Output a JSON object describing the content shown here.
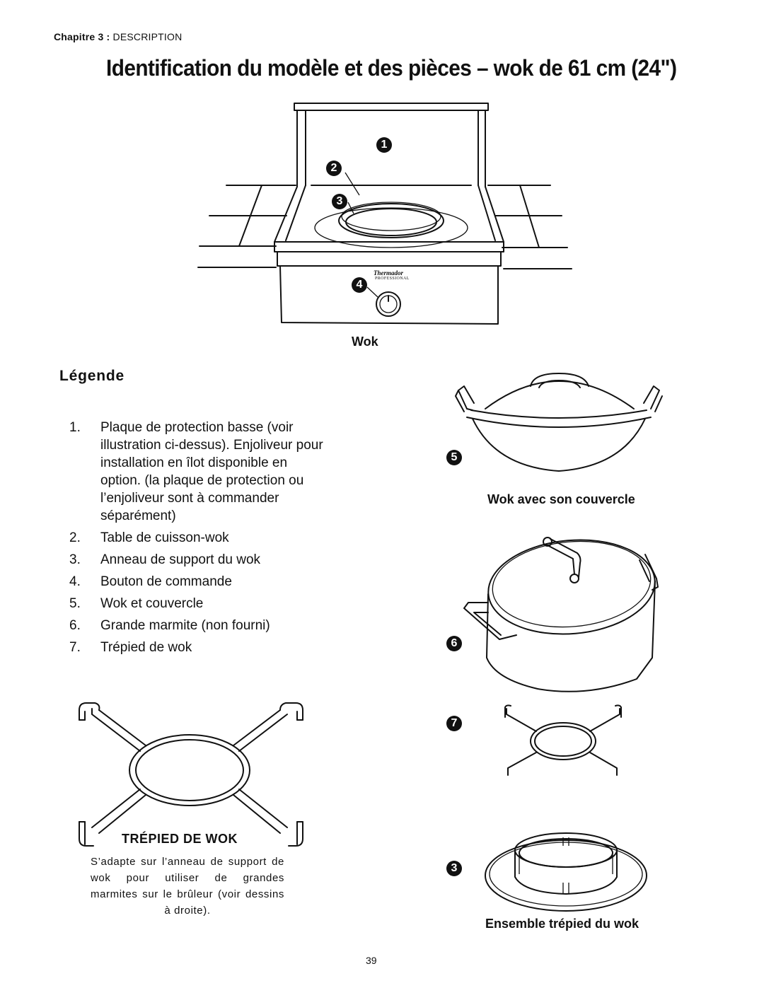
{
  "header": {
    "chapter_bold": "Chapitre 3 :",
    "chapter_rest": "DESCRIPTION"
  },
  "title": "Identification du modèle et des pièces – wok de 61 cm (24\")",
  "figure_main": {
    "caption": "Wok",
    "brand": "Thermador",
    "brand_sub": "PROFESSIONAL",
    "callouts": [
      "1",
      "2",
      "3",
      "4"
    ]
  },
  "legend": {
    "heading": "Légende",
    "items": [
      {
        "num": "1.",
        "text": "Plaque de protection basse (voir illustration ci-dessus). Enjoliveur pour installation en îlot disponible en option. (la plaque de protection ou l’enjoliveur sont à commander séparément)"
      },
      {
        "num": "2.",
        "text": "Table de cuisson-wok"
      },
      {
        "num": "3.",
        "text": "Anneau de support du wok"
      },
      {
        "num": "4.",
        "text": "Bouton de commande"
      },
      {
        "num": "5.",
        "text": "Wok et couvercle"
      },
      {
        "num": "6.",
        "text": "Grande marmite (non fourni)"
      },
      {
        "num": "7.",
        "text": "Trépied de wok"
      }
    ]
  },
  "tripod": {
    "title": "TRÉPIED DE WOK",
    "description": "S’adapte sur l’anneau de support de wok pour utiliser de grandes marmites sur le brûleur (voir dessins à droite)."
  },
  "right_figures": {
    "wok_caption": "Wok avec son couvercle",
    "wok_badge": "5",
    "pot_badge": "6",
    "trivet_badge": "7",
    "ring_badge": "3",
    "assembly_caption": "Ensemble trépied du wok"
  },
  "page_number": "39"
}
